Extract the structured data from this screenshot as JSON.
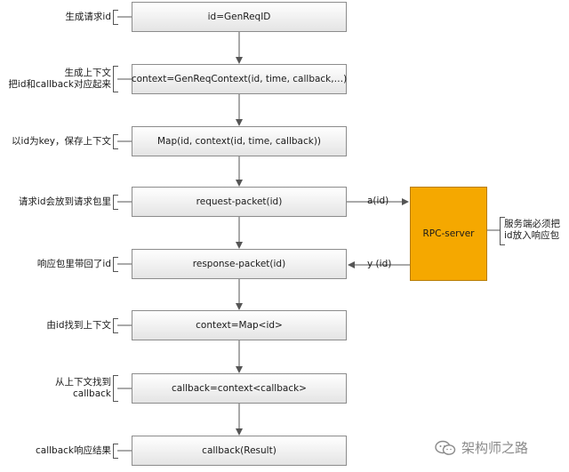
{
  "steps": [
    {
      "box": "id=GenReqID",
      "note": [
        "生成请求id"
      ]
    },
    {
      "box": "context=GenReqContext(id, time, callback,…)",
      "note": [
        "生成上下文",
        "把id和callback对应起来"
      ]
    },
    {
      "box": "Map(id, context(id, time, callback))",
      "note": [
        "以id为key，保存上下文"
      ]
    },
    {
      "box": "request-packet(id)",
      "note": [
        "请求id会放到请求包里"
      ]
    },
    {
      "box": "response-packet(id)",
      "note": [
        "响应包里带回了id"
      ]
    },
    {
      "box": "context=Map<id>",
      "note": [
        "由id找到上下文"
      ]
    },
    {
      "box": "callback=context<callback>",
      "note": [
        "从上下文找到",
        "callback"
      ]
    },
    {
      "box": "callback(Result)",
      "note": [
        "callback响应结果"
      ]
    }
  ],
  "server": {
    "label": "RPC-server",
    "note": [
      "服务端必须把",
      "id放入响应包"
    ],
    "color": "#f5a800"
  },
  "edges": {
    "request_label": "a(id)",
    "response_label": "y (id)"
  },
  "watermark": {
    "text": "架构师之路",
    "icon": "wechat-icon"
  }
}
